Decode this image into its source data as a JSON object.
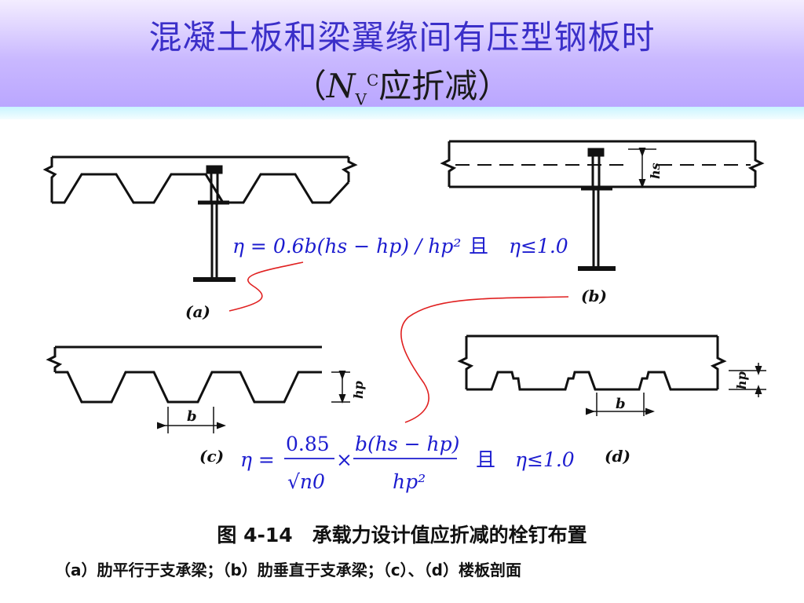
{
  "title": {
    "line1": "混凝土板和梁翼缘间有压型钢板时",
    "line2_open": "（",
    "line2_symbol": "N",
    "line2_sub": "V",
    "line2_sup": "C",
    "line2_text": "应折减）"
  },
  "panel_labels": {
    "a": "(a)",
    "b": "(b)",
    "c": "(c)",
    "d": "(d)"
  },
  "dimension_labels": {
    "hs": "hs",
    "hp_c": "hp",
    "hp_d": "hp",
    "b_c": "b",
    "b_d": "b"
  },
  "formula1": {
    "text": "η = 0.6b(hs − hp) / hp²",
    "conj": "且",
    "limit": "η≤1.0"
  },
  "formula2": {
    "lhs": "η =",
    "coef_num": "0.85",
    "coef_den": "√n0",
    "times": "×",
    "frac_num": "b(hs − hp)",
    "frac_den": "hp²",
    "conj": "且",
    "limit": "η≤1.0"
  },
  "caption": "图 4-14　承载力设计值应折减的栓钉布置",
  "subcaption": "（a）肋平行于支承梁；（b）肋垂直于支承梁；（c）、（d）楼板剖面",
  "colors": {
    "title_text": "#3b2fc9",
    "formula_text": "#1c1ccf",
    "callout_line": "#e02020",
    "drawing": "#111111"
  }
}
